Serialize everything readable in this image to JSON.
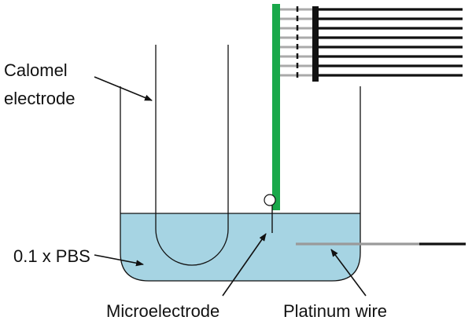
{
  "labels": {
    "calomel_line1": "Calomel",
    "calomel_line2": "electrode",
    "pbs": "0.1 x PBS",
    "microelectrode": "Microelectrode",
    "platinum_wire": "Platinum wire"
  },
  "colors": {
    "solution": "#a6d4e3",
    "shank": "#19a84a",
    "pads": "#aaaaaa",
    "platinum": "#9a9a9a",
    "lines": "#111111"
  }
}
